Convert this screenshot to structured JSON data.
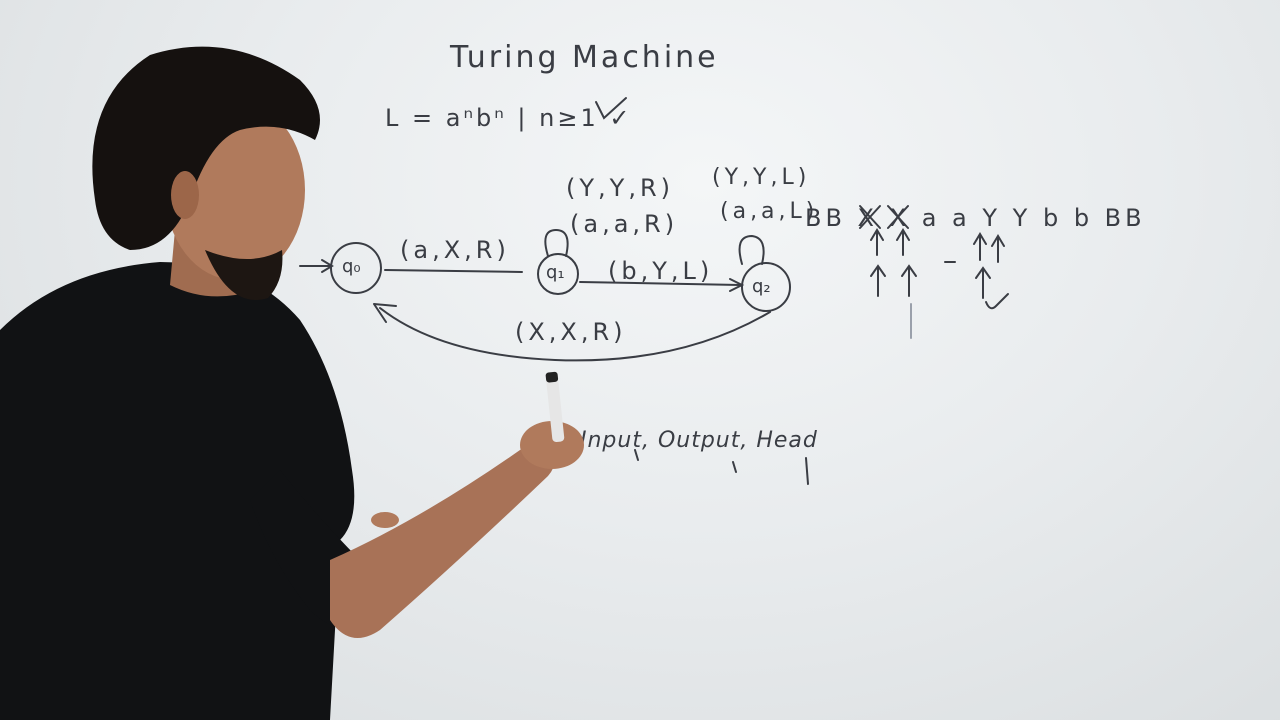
{
  "whiteboard": {
    "title": "Turing Machine",
    "language": "L = aⁿbⁿ | n≥1 ✓",
    "states": [
      "q₀",
      "q₁",
      "q₂"
    ],
    "transitions": {
      "q0_to_q1": "(a,X,R)",
      "q1_to_q2": "(b,Y,L)",
      "q2_to_q0": "(X,X,R)",
      "q1_loop_top": "(Y,Y,R)",
      "q1_loop_bottom": "(a,a,R)",
      "q2_loop_top": "(Y,Y,L)",
      "q2_loop_bottom": "(a,a,L)"
    },
    "tape": "BB X X a a Y Y b b BB",
    "legend": "Input, Output, Head"
  },
  "colors": {
    "ink": "#3a3d44",
    "board": "#eef0f1",
    "shirt": "#111214",
    "skin": "#b07a5c",
    "hair": "#15110f"
  }
}
